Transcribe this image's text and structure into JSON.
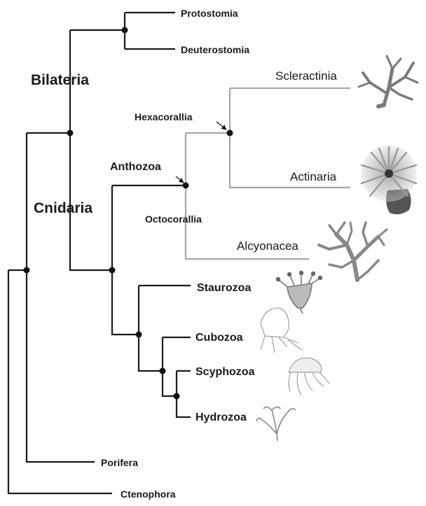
{
  "colors": {
    "black_branch": "#1a1a1a",
    "grey_branch": "#a6a6a6",
    "node": "#111111",
    "text": "#1a1a1a",
    "illustration": "#777777"
  },
  "labels": {
    "protostomia": "Protostomia",
    "deuterostomia": "Deuterostomia",
    "bilateria": "Bilateria",
    "cnidaria": "Cnidaria",
    "hexacorallia": "Hexacorallia",
    "anthozoa": "Anthozoa",
    "octocorallia": "Octocorallia",
    "scleractinia": "Scleractinia",
    "actinaria": "Actinaria",
    "alcyonacea": "Alcyonacea",
    "staurozoa": "Staurozoa",
    "cubozoa": "Cubozoa",
    "scyphozoa": "Scyphozoa",
    "hydrozoa": "Hydrozoa",
    "porifera": "Porifera",
    "ctenophora": "Ctenophora"
  },
  "icons": [
    "scleractinian-coral-icon",
    "sea-anemone-icon",
    "soft-coral-icon",
    "stauromedusa-icon",
    "box-jellyfish-icon",
    "scyphozoan-jellyfish-icon",
    "hydrozoan-icon"
  ]
}
